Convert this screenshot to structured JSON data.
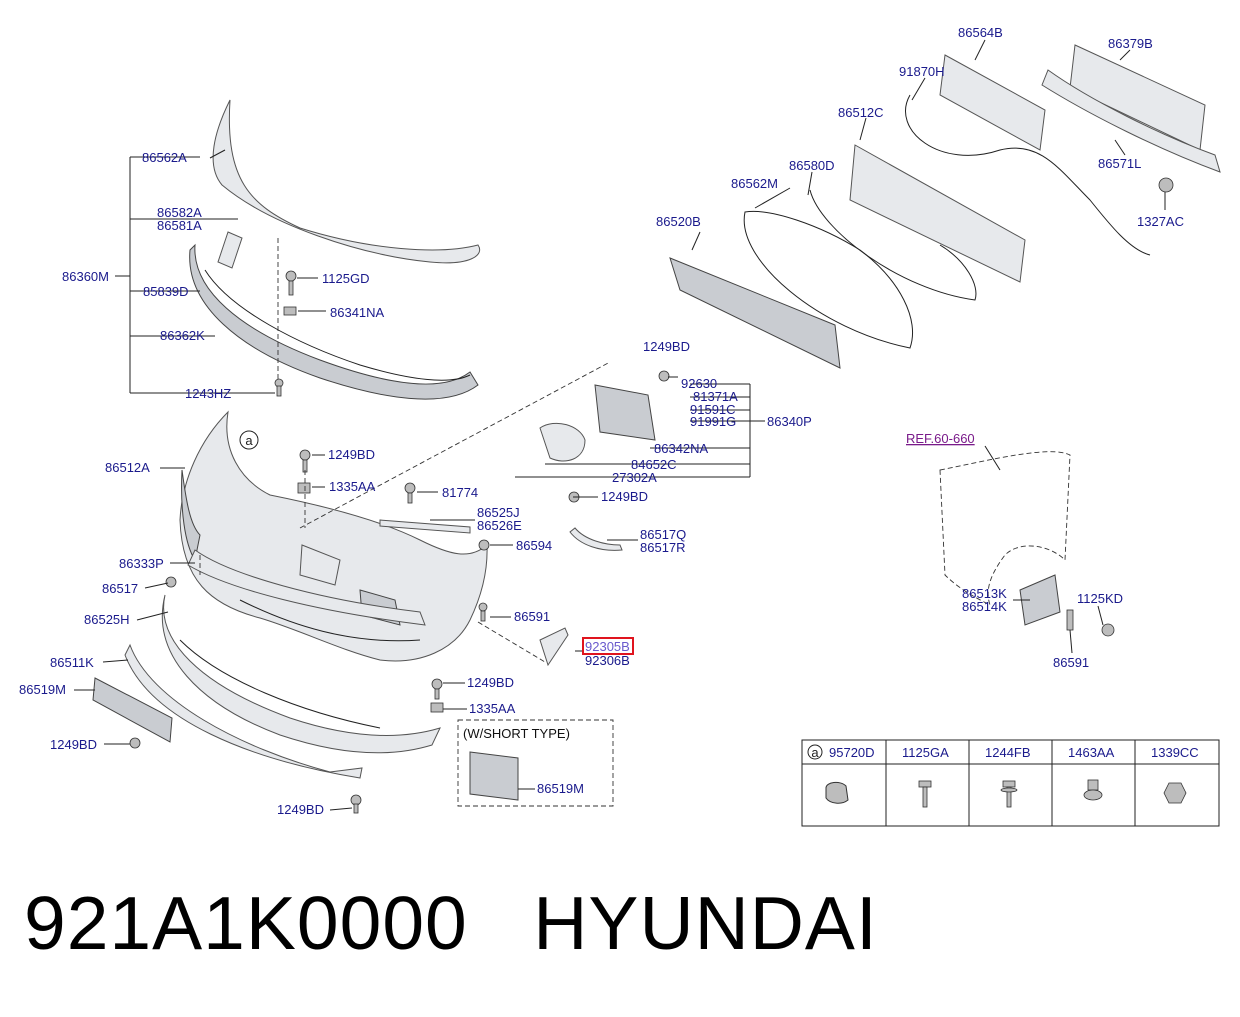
{
  "labels": {
    "l86564B": "86564B",
    "l86379B": "86379B",
    "l91870H": "91870H",
    "l86512C": "86512C",
    "l86580D": "86580D",
    "l86571L": "86571L",
    "l86562M": "86562M",
    "l86520B": "86520B",
    "l1327AC": "1327AC",
    "l86562A": "86562A",
    "l86582A": "86582A",
    "l86581A": "86581A",
    "l86360M": "86360M",
    "l1125GD": "1125GD",
    "l85839D": "85839D",
    "l86341NA": "86341NA",
    "l86362K": "86362K",
    "l1243HZ": "1243HZ",
    "l1249BD_a": "1249BD",
    "l92630": "92630",
    "l81371A": "81371A",
    "l91591C": "91591C",
    "l91991G": "91991G",
    "l86340P": "86340P",
    "l86342NA": "86342NA",
    "l84652C": "84652C",
    "l27302A": "27302A",
    "l1249BD_b": "1249BD",
    "l1335AA_a": "1335AA",
    "l81774": "81774",
    "l86512A": "86512A",
    "l1249BD_c": "1249BD",
    "l86525J": "86525J",
    "l86526E": "86526E",
    "l86594": "86594",
    "l86517Q": "86517Q",
    "l86517R": "86517R",
    "l86333P": "86333P",
    "l86517": "86517",
    "l86591_a": "86591",
    "l86525H": "86525H",
    "l92305B": "92305B",
    "l92306B": "92306B",
    "l86511K": "86511K",
    "l86519M_a": "86519M",
    "l1249BD_d": "1249BD",
    "l1335AA_b": "1335AA",
    "l1249BD_e": "1249BD",
    "l1249BD_f": "1249BD",
    "l86519M_b": "86519M",
    "shortType": "(W/SHORT TYPE)",
    "refFender": "REF.60-660",
    "l86513K": "86513K",
    "l86514K": "86514K",
    "l1125KD": "1125KD",
    "l86591_b": "86591",
    "circleA1": "a",
    "circleA2": "a"
  },
  "legend": [
    "95720D",
    "1125GA",
    "1244FB",
    "1463AA",
    "1339CC"
  ],
  "caption": "921A1K0000   HYUNDAI",
  "colors": {
    "label": "#1a1a8c",
    "highlight": "#e0141e",
    "ref": "#7a1a8a"
  }
}
